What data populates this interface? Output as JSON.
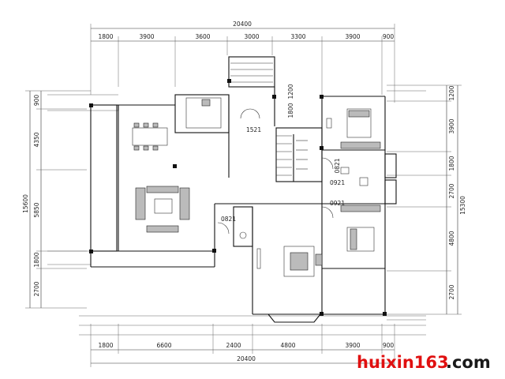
{
  "top_dims": {
    "overall": "20400",
    "segments": [
      "1800",
      "3900",
      "3600",
      "3000",
      "3300",
      "3900",
      "900"
    ]
  },
  "bottom_dims": {
    "overall": "20400",
    "segments": [
      "1800",
      "6600",
      "2400",
      "4800",
      "3900",
      "900"
    ]
  },
  "left_dims": {
    "overall": "15600",
    "segments": [
      "900",
      "4350",
      "5850",
      "1800",
      "2700"
    ]
  },
  "right_dims": {
    "overall": "15300",
    "segments": [
      "1200",
      "3900",
      "1800",
      "2700",
      "4800",
      "2700"
    ]
  },
  "inner_dims": {
    "d1521": "1521",
    "d1800": "1800",
    "d1200": "1200",
    "d0821a": "0821",
    "d0921a": "0921",
    "d0921b": "0921",
    "d0821b": "0821"
  },
  "watermark": {
    "part1": "huixin163",
    "part2": ".com",
    "color1": "#e01010",
    "color2": "#1a1a1a"
  }
}
